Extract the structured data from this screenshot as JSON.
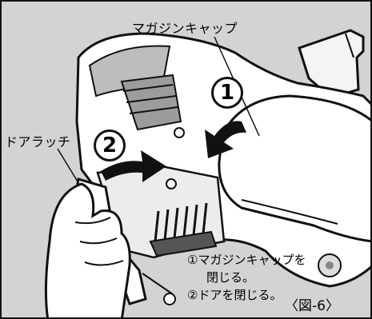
{
  "labels": {
    "magazine_cap": "マガジンキャップ",
    "door_latch": "ドアラッチ",
    "step1_line1": "①マガジンキャップを",
    "step1_line2": "閉じる。",
    "step2": "②ドアを閉じる。",
    "figure": "〈図-6〉"
  },
  "callouts": {
    "one": "1",
    "two": "2"
  },
  "colors": {
    "background": "#d3d3d3",
    "tool_body": "#ffffff",
    "outline": "#111111",
    "shade": "#bfbfbf"
  }
}
